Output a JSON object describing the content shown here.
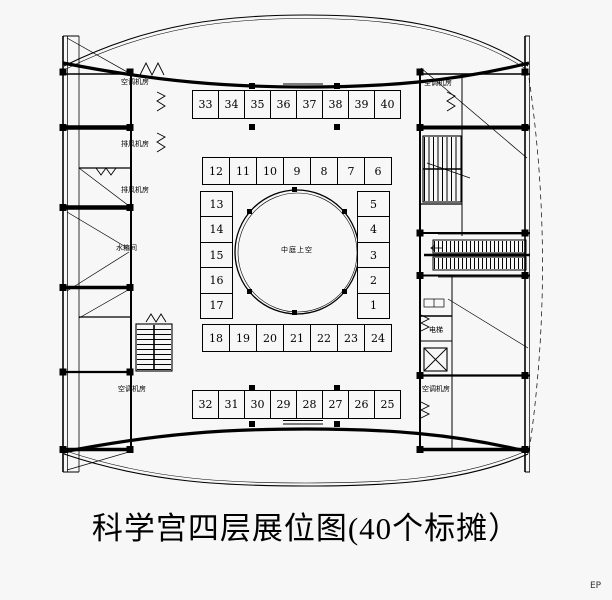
{
  "title": "科学宫四层展位图(40个标摊）",
  "corner_mark": "EP",
  "atrium": {
    "label": "中庭上空"
  },
  "booths": {
    "top_row": [
      "33",
      "34",
      "35",
      "36",
      "37",
      "38",
      "39",
      "40"
    ],
    "upper_middle_row": [
      "12",
      "11",
      "10",
      "9",
      "8",
      "7",
      "6"
    ],
    "left_column": [
      "13",
      "14",
      "15",
      "16",
      "17"
    ],
    "right_column": [
      "5",
      "4",
      "3",
      "2",
      "1"
    ],
    "lower_middle_row": [
      "18",
      "19",
      "20",
      "21",
      "22",
      "23",
      "24"
    ],
    "bottom_row": [
      "32",
      "31",
      "30",
      "29",
      "28",
      "27",
      "26",
      "25"
    ]
  },
  "rooms": {
    "top_left_hvac": "空调机房",
    "left_fan_room_1": "排风机房",
    "left_fan_room_2": "排风机房",
    "left_water_tank": "水箱间",
    "bottom_left_hvac": "空调机房",
    "top_right_hvac": "空调机房",
    "right_elevator": "电梯",
    "bottom_right_hvac": "空调机房"
  },
  "colors": {
    "line": "#000000",
    "background": "#f7f7f7"
  }
}
